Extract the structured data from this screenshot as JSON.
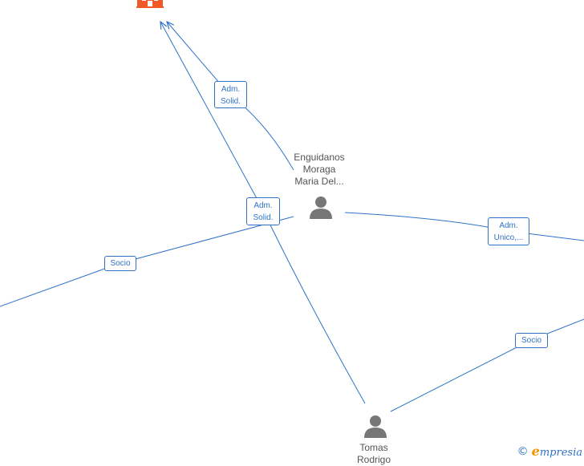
{
  "colors": {
    "edge": "#2f72c8",
    "person": "#777777",
    "company": "#f05a28",
    "label_text": "#555555"
  },
  "nodes": {
    "company": {
      "icon": "building-icon"
    },
    "enguidanos": {
      "name_lines": [
        "Enguidanos",
        "Moraga",
        "Maria Del..."
      ],
      "icon": "person-icon"
    },
    "tomas": {
      "name_lines": [
        "Tomas",
        "Rodrigo"
      ],
      "icon": "person-icon"
    }
  },
  "edge_labels": {
    "adm_solid_top": {
      "lines": [
        "Adm.",
        "Solid."
      ]
    },
    "adm_solid_mid": {
      "lines": [
        "Adm.",
        "Solid."
      ]
    },
    "adm_unico": {
      "lines": [
        "Adm.",
        "Unico,..."
      ]
    },
    "socio_left": {
      "lines": [
        "Socio"
      ]
    },
    "socio_right": {
      "lines": [
        "Socio"
      ]
    }
  },
  "watermark": {
    "symbol": "©",
    "brand_initial": "e",
    "brand_rest": "mpresia"
  }
}
